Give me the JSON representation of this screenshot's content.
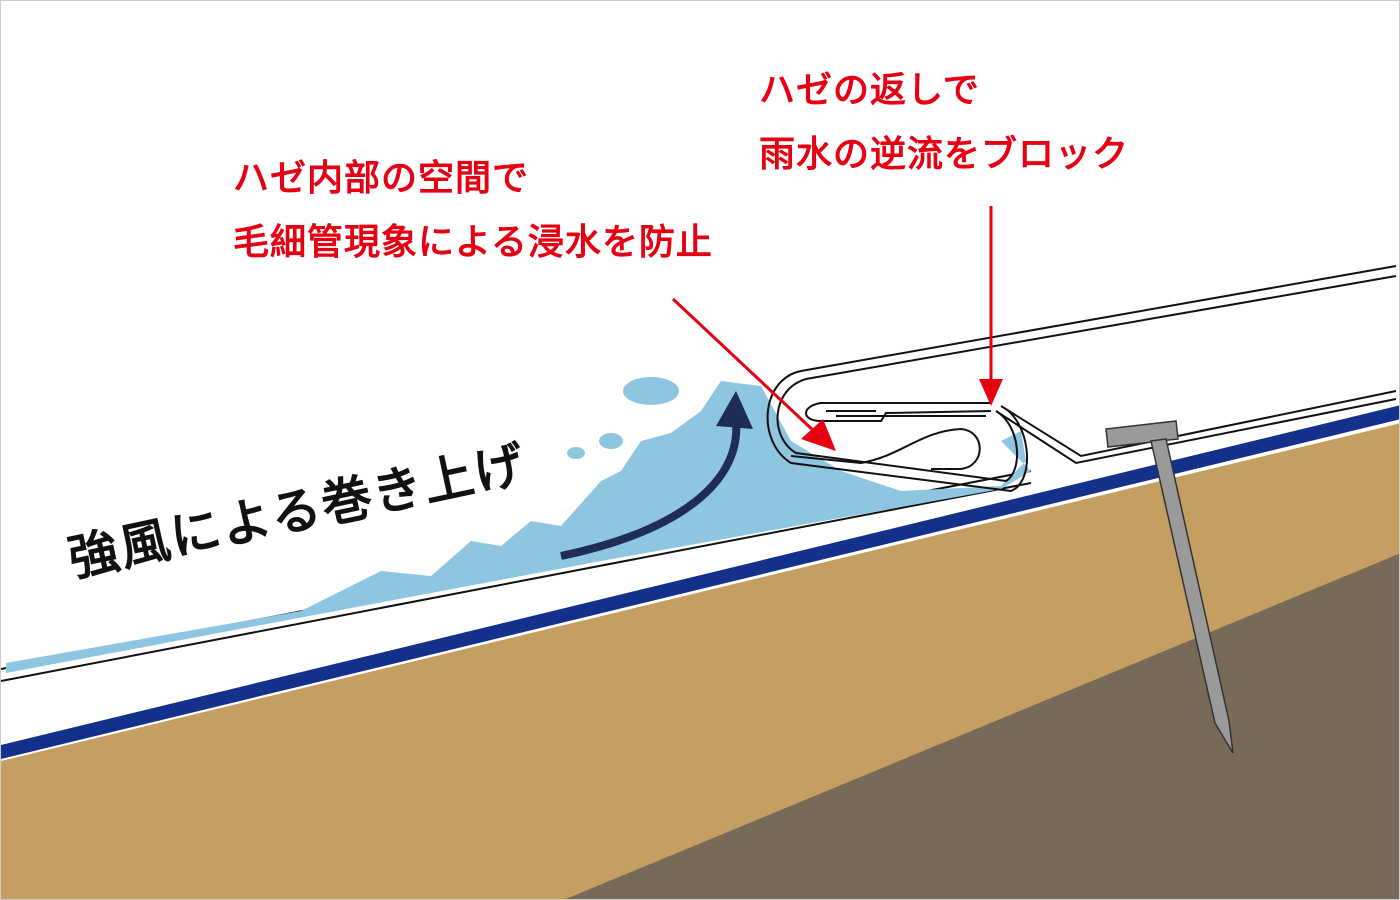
{
  "labels": {
    "capillary_line1": "ハゼ内部の空間で",
    "capillary_line2": "毛細管現象による浸水を防止",
    "return_line1": "ハゼの返しで",
    "return_line2": "雨水の逆流をブロック",
    "wind": "強風による巻き上げ"
  },
  "colors": {
    "annotation": "#e60012",
    "water": "#8ec5e0",
    "underlayment": "#13308a",
    "sheathing": "#c59e62",
    "rafter": "#786a58",
    "nail": "#9a9a9a"
  }
}
